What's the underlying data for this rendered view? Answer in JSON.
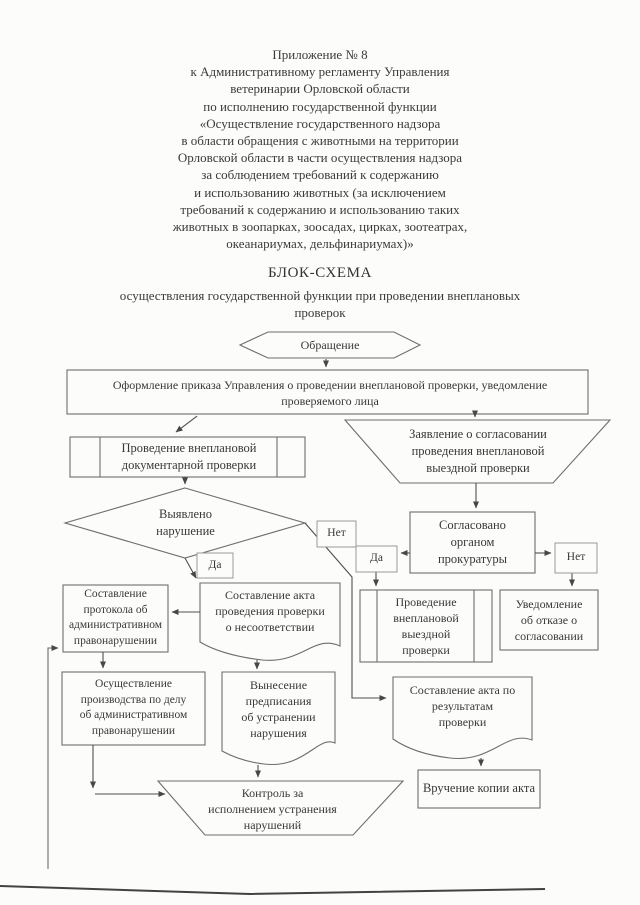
{
  "document": {
    "header_lines": [
      "Приложение № 8",
      "к Административному регламенту Управления",
      "ветеринарии Орловской области",
      "по исполнению государственной функции",
      "«Осуществление государственного надзора",
      "в области обращения с животными на территории",
      "Орловской области в части осуществления надзора",
      "за соблюдением требований к содержанию",
      "и использованию животных (за исключением",
      "требований к содержанию и использованию таких",
      "животных в зоопарках, зоосадах, цирках, зоотеатрах,",
      "океанариумах, дельфинариумах)»"
    ],
    "schema_title": "БЛОК-СХЕМА",
    "schema_subtitle_lines": [
      "осуществления государственной функции при проведении внеплановых",
      "проверок"
    ]
  },
  "flow": {
    "obrashchenie": {
      "lines": [
        "Обращение"
      ]
    },
    "prikaz": {
      "lines": [
        "Оформление приказа Управления о проведении внеплановой проверки, уведомление",
        "проверяемого лица"
      ]
    },
    "dok_proverka": {
      "lines": [
        "Проведение внеплановой",
        "документарной проверки"
      ]
    },
    "zayavlenie": {
      "lines": [
        "Заявление о согласовании",
        "проведения внеплановой",
        "выездной проверки"
      ]
    },
    "vyyavleno": {
      "lines": [
        "Выявлено",
        "нарушение"
      ]
    },
    "da_1": {
      "lines": [
        "Да"
      ]
    },
    "net_1": {
      "lines": [
        "Нет"
      ]
    },
    "soglasovano": {
      "lines": [
        "Согласовано",
        "органом",
        "прокуратуры"
      ]
    },
    "da_2": {
      "lines": [
        "Да"
      ]
    },
    "net_2": {
      "lines": [
        "Нет"
      ]
    },
    "protokol": {
      "lines": [
        "Составление",
        "протокола об",
        "административном",
        "правонарушении"
      ]
    },
    "akt_nesootvetstvie": {
      "lines": [
        "Составление акта",
        "проведения проверки",
        "о несоответствии"
      ]
    },
    "vyezdnaya_proverka": {
      "lines": [
        "Проведение",
        "внеплановой",
        "выездной",
        "проверки"
      ]
    },
    "uvedomlenie_otkaz": {
      "lines": [
        "Уведомление",
        "об отказе о",
        "согласовании"
      ]
    },
    "proizvodstvo": {
      "lines": [
        "Осуществление",
        "производства по делу",
        "об административном",
        "правонарушении"
      ]
    },
    "predpisanie": {
      "lines": [
        "Вынесение",
        "предписания",
        "об устранении",
        "нарушения"
      ]
    },
    "akt_rezultaty": {
      "lines": [
        "Составление акта по",
        "результатам",
        "проверки"
      ]
    },
    "kontrol": {
      "lines": [
        "Контроль за",
        "исполнением устранения",
        "нарушений"
      ]
    },
    "vruchenie": {
      "lines": [
        "Вручение копии акта"
      ]
    }
  },
  "colors": {
    "ink": "#383838",
    "shape_line": "#6e6e6e",
    "connector": "#4f4f4f",
    "paper": "#fcfcfb"
  }
}
